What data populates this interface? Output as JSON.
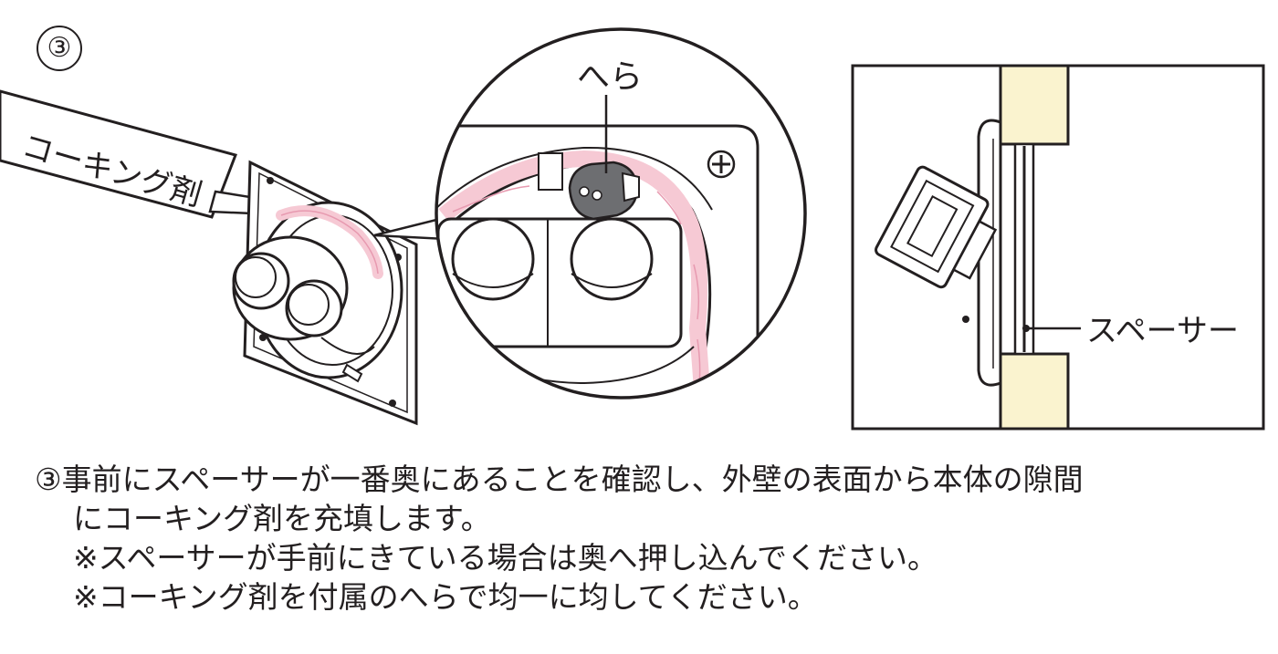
{
  "step": {
    "number_label": "③"
  },
  "labels": {
    "caulking_agent": "コーキング剤",
    "spatula": "へら",
    "spacer": "スペーサー"
  },
  "instructions": {
    "line1": "③事前にスペーサーが一番奥にあることを確認し、外壁の表面から本体の隙間",
    "line2": "にコーキング剤を充填します。",
    "note1": "※スペーサーが手前にきている場合は奥へ押し込んでください。",
    "note2": "※コーキング剤を付属のへらで均一に均してください。"
  },
  "colors": {
    "line": "#231f20",
    "caulk_pink": "#f6c9d4",
    "caulk_pink_line": "#e79ab0",
    "wall_beige": "#faf3cf",
    "spatula_gray": "#6d6e71"
  }
}
